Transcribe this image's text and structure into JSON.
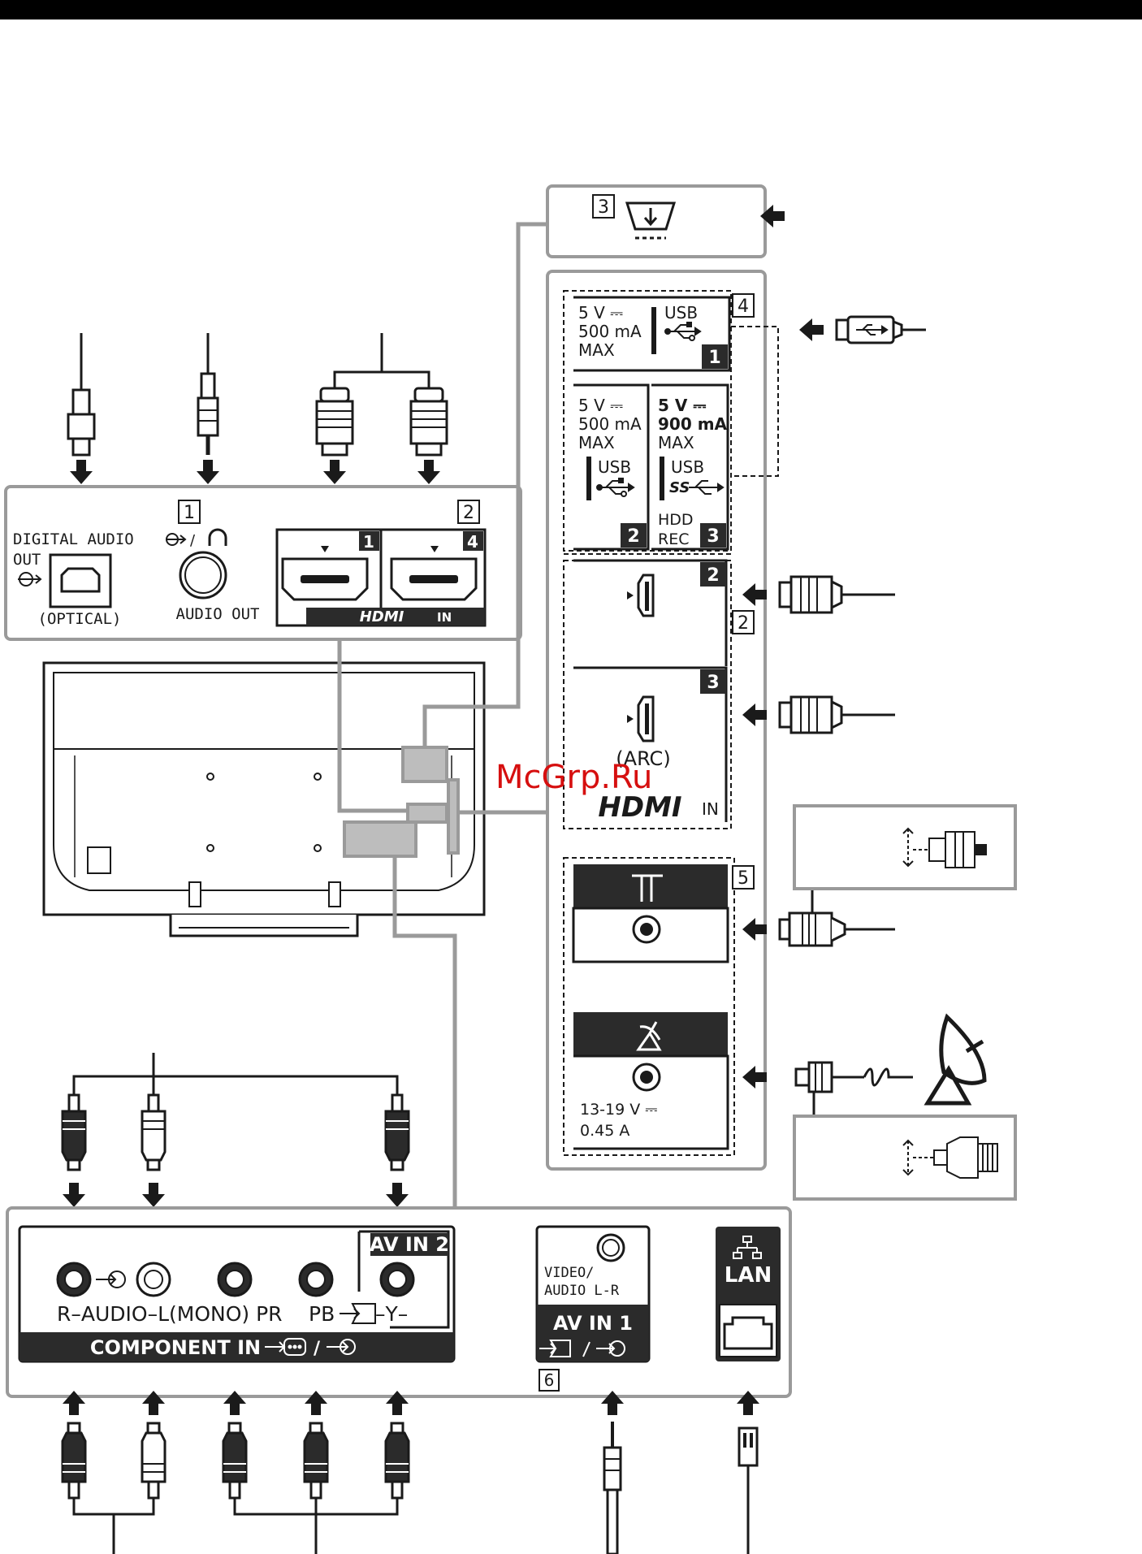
{
  "colors": {
    "ink": "#1a1a1a",
    "frame": "#9a9a9a",
    "watermark": "#d60f0f",
    "panel_fill": "#2b2b2b"
  },
  "watermark": "McGrp.Ru",
  "top_panel": {
    "number": "1",
    "digital_audio_1": "DIGITAL AUDIO",
    "digital_audio_2": "OUT",
    "optical": "(OPTICAL)",
    "audio_out": "AUDIO OUT",
    "hdmi_group_number": "2",
    "hdmi_port_a": "1",
    "hdmi_port_b": "4",
    "hdmi_logo": "HDMI",
    "hdmi_in": "IN"
  },
  "side_panel": {
    "ir_number": "3",
    "usb_group_number": "4",
    "usb1": {
      "v": "5 V ⎓",
      "ma": "500 mA",
      "max": "MAX",
      "label": "USB",
      "port": "1"
    },
    "usb2": {
      "v": "5 V ⎓",
      "ma": "500 mA",
      "max": "MAX",
      "label": "USB",
      "port": "2"
    },
    "usb3": {
      "v": "5 V ⎓",
      "ma": "900 mA",
      "max": "MAX",
      "label": "USB",
      "hdd": "HDD",
      "rec": "REC",
      "port": "3"
    },
    "hdmi_group_number": "2",
    "hdmi_port_2": "2",
    "hdmi_port_3": "3",
    "arc": "(ARC)",
    "hdmi_logo": "HDMI",
    "hdmi_in": "IN",
    "antenna_number": "5",
    "sat_v": "13-19 V ⎓",
    "sat_a": "0.45 A"
  },
  "bottom_panel": {
    "audio_row": "R–AUDIO–L(MONO) PR",
    "pb_y": "PB",
    "y_label": "–Y–",
    "av_in_2": "AV IN 2",
    "component_in": "COMPONENT IN",
    "video_audio_1": "VIDEO/",
    "video_audio_2": "AUDIO L-R",
    "av_in_1": "AV IN 1",
    "av_number": "6",
    "lan": "LAN"
  }
}
